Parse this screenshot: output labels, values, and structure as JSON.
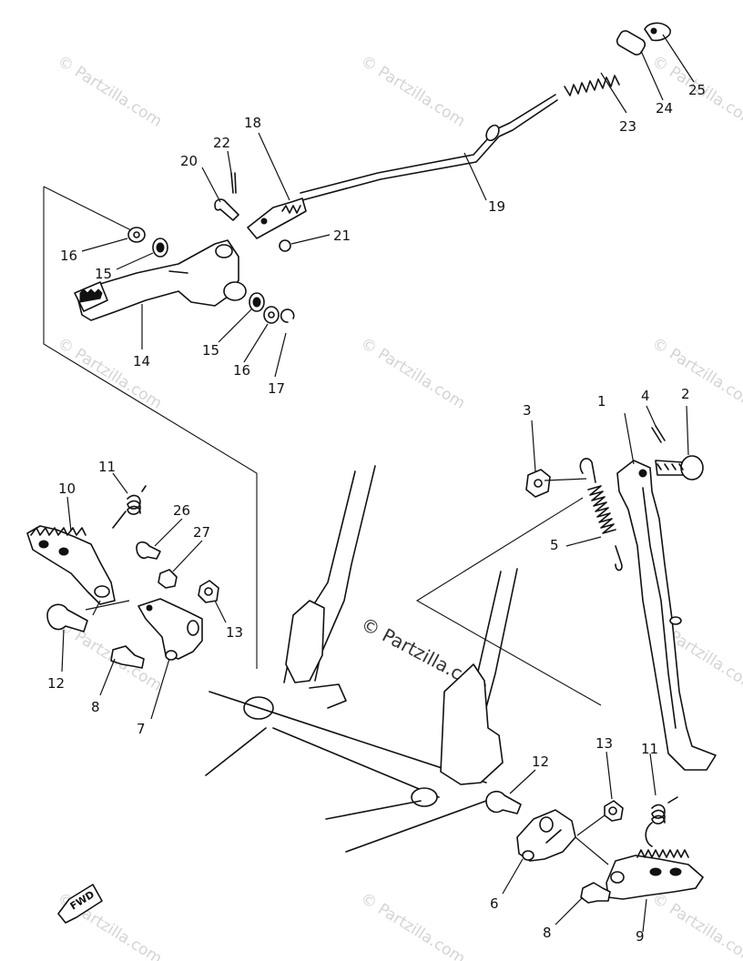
{
  "watermark_text": "© Partzilla.com",
  "center_watermark_text": "© Partzilla.com",
  "fwd_label": "FWD",
  "callouts": [
    {
      "id": "c1",
      "label": "1"
    },
    {
      "id": "c2",
      "label": "2"
    },
    {
      "id": "c3",
      "label": "3"
    },
    {
      "id": "c4",
      "label": "4"
    },
    {
      "id": "c5",
      "label": "5"
    },
    {
      "id": "c6",
      "label": "6"
    },
    {
      "id": "c7",
      "label": "7"
    },
    {
      "id": "c8a",
      "label": "8"
    },
    {
      "id": "c8b",
      "label": "8"
    },
    {
      "id": "c9",
      "label": "9"
    },
    {
      "id": "c10",
      "label": "10"
    },
    {
      "id": "c11a",
      "label": "11"
    },
    {
      "id": "c11b",
      "label": "11"
    },
    {
      "id": "c12a",
      "label": "12"
    },
    {
      "id": "c12b",
      "label": "12"
    },
    {
      "id": "c13a",
      "label": "13"
    },
    {
      "id": "c13b",
      "label": "13"
    },
    {
      "id": "c14",
      "label": "14"
    },
    {
      "id": "c15a",
      "label": "15"
    },
    {
      "id": "c15b",
      "label": "15"
    },
    {
      "id": "c16a",
      "label": "16"
    },
    {
      "id": "c16b",
      "label": "16"
    },
    {
      "id": "c17",
      "label": "17"
    },
    {
      "id": "c18",
      "label": "18"
    },
    {
      "id": "c19",
      "label": "19"
    },
    {
      "id": "c20",
      "label": "20"
    },
    {
      "id": "c21",
      "label": "21"
    },
    {
      "id": "c22",
      "label": "22"
    },
    {
      "id": "c23",
      "label": "23"
    },
    {
      "id": "c24",
      "label": "24"
    },
    {
      "id": "c25",
      "label": "25"
    },
    {
      "id": "c26",
      "label": "26"
    },
    {
      "id": "c27",
      "label": "27"
    }
  ]
}
